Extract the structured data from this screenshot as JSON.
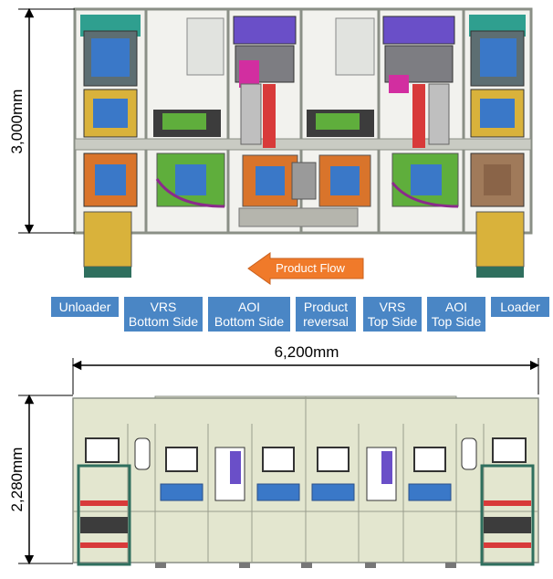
{
  "dimensions": {
    "height_top": "3,000mm",
    "width": "6,200mm",
    "height_side": "2,280mm"
  },
  "flow": {
    "label": "Product Flow",
    "direction": "left"
  },
  "stations": [
    {
      "line1": "Unloader",
      "line2": ""
    },
    {
      "line1": "VRS",
      "line2": "Bottom Side"
    },
    {
      "line1": "AOI",
      "line2": "Bottom Side"
    },
    {
      "line1": "Product",
      "line2": "reversal"
    },
    {
      "line1": "VRS",
      "line2": "Top Side"
    },
    {
      "line1": "AOI",
      "line2": "Top Side"
    },
    {
      "line1": "Loader",
      "line2": ""
    }
  ],
  "colors": {
    "station_box": "#4a86c5",
    "flow_arrow": "#f07a2a",
    "frame": "#8a8f86",
    "cabinet": "#e3e6cf",
    "trim": "#2f6f5e",
    "purple": "#6a4fc8",
    "orange": "#d9742b",
    "yellow": "#d9b23b",
    "green": "#5fae3c",
    "red": "#d83a3a",
    "blue_part": "#3a78c8"
  }
}
